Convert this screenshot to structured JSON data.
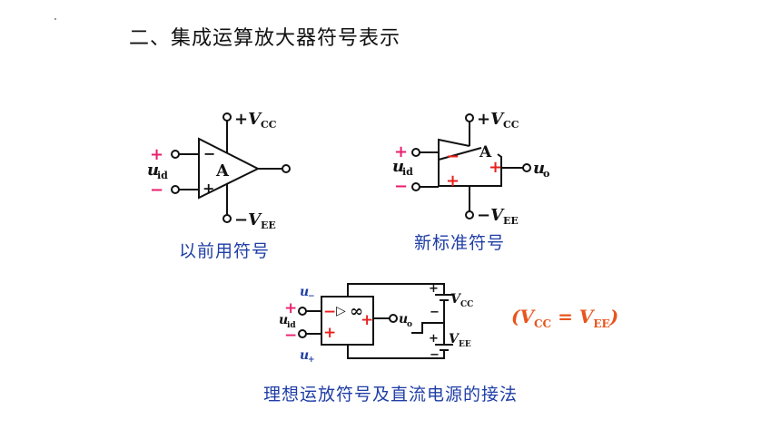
{
  "title": "二、集成运算放大器符号表示",
  "captions": {
    "old_symbol": "以前用符号",
    "new_symbol": "新标准符号",
    "ideal_symbol": "理想运放符号及直流电源的接法"
  },
  "equation": {
    "open": "(",
    "v1": "V",
    "sub1": "CC",
    "eq": " = ",
    "v2": "V",
    "sub2": "EE",
    "close": ")"
  },
  "symbols": {
    "amp_letter": "A",
    "infinity": "∞",
    "triangle_mark": "▷",
    "plus": "+",
    "minus": "−",
    "vcc_prefix": "+V",
    "vee_prefix": "−V",
    "v": "V",
    "cc": "CC",
    "ee": "EE",
    "u": "u",
    "id": "id",
    "o": "o",
    "minus_sub": "−",
    "plus_sub": "+"
  },
  "colors": {
    "caption": "#1f3ea6",
    "accent_orange": "#e8541c",
    "pink": "#e8206e",
    "red": "#e8201c"
  }
}
